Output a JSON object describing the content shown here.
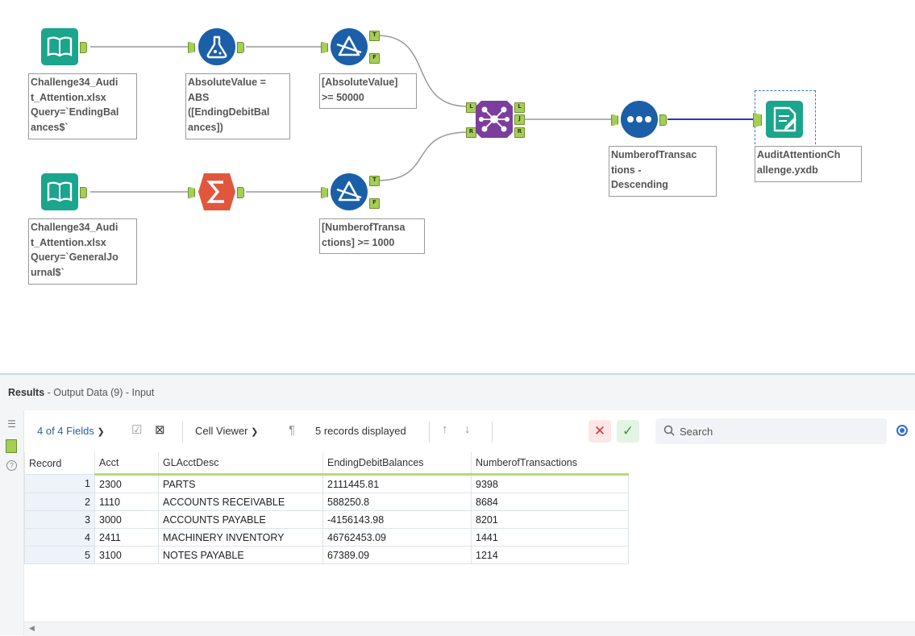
{
  "canvas": {
    "nodes": [
      {
        "id": "input1",
        "type": "input",
        "annotation": "Challenge34_Audi\nt_Attention.xlsx\nQuery=`EndingBal\nances$`"
      },
      {
        "id": "formula",
        "type": "formula",
        "annotation": "AbsoluteValue =\nABS\n([EndingDebitBal\nances])"
      },
      {
        "id": "filter1",
        "type": "filter",
        "annotation": "[AbsoluteValue]\n>= 50000"
      },
      {
        "id": "input2",
        "type": "input",
        "annotation": "Challenge34_Audi\nt_Attention.xlsx\nQuery=`GeneralJo\nurnal$`"
      },
      {
        "id": "summarize",
        "type": "summarize",
        "annotation": ""
      },
      {
        "id": "filter2",
        "type": "filter",
        "annotation": "[NumberofTransa\nctions] >= 1000"
      },
      {
        "id": "join",
        "type": "join",
        "annotation": ""
      },
      {
        "id": "sort",
        "type": "sort",
        "annotation": "NumberofTransac\ntions -\nDescending"
      },
      {
        "id": "output",
        "type": "output",
        "annotation": "AuditAttentionCh\nallenge.yxdb"
      }
    ],
    "anchor_labels": {
      "true": "T",
      "false": "F",
      "left": "L",
      "join": "J",
      "right": "R"
    },
    "colors": {
      "input": "#1aa58c",
      "formula": "#1b5fa8",
      "filter": "#1b5fa8",
      "summarize": "#e0573d",
      "join": "#7c3e9c",
      "sort": "#1b5fa8",
      "output": "#1aa58c",
      "anchor": "#a6ce57",
      "selected_wire": "#3030c8"
    }
  },
  "results": {
    "title_bold": "Results",
    "title_rest": " - Output Data (9) - Input",
    "fields": "4 of 4 Fields",
    "cell_viewer": "Cell Viewer",
    "records_displayed": "5 records displayed",
    "search_placeholder": "Search",
    "columns": [
      "Record",
      "Acct",
      "GLAcctDesc",
      "EndingDebitBalances",
      "NumberofTransactions"
    ],
    "rows": [
      [
        "1",
        "2300",
        "PARTS",
        "2111445.81",
        "9398"
      ],
      [
        "2",
        "1110",
        "ACCOUNTS RECEIVABLE",
        "588250.8",
        "8684"
      ],
      [
        "3",
        "3000",
        "ACCOUNTS PAYABLE",
        "-4156143.98",
        "8201"
      ],
      [
        "4",
        "2411",
        "MACHINERY INVENTORY",
        "46762453.09",
        "1441"
      ],
      [
        "5",
        "3100",
        "NOTES PAYABLE",
        "67389.09",
        "1214"
      ]
    ]
  }
}
